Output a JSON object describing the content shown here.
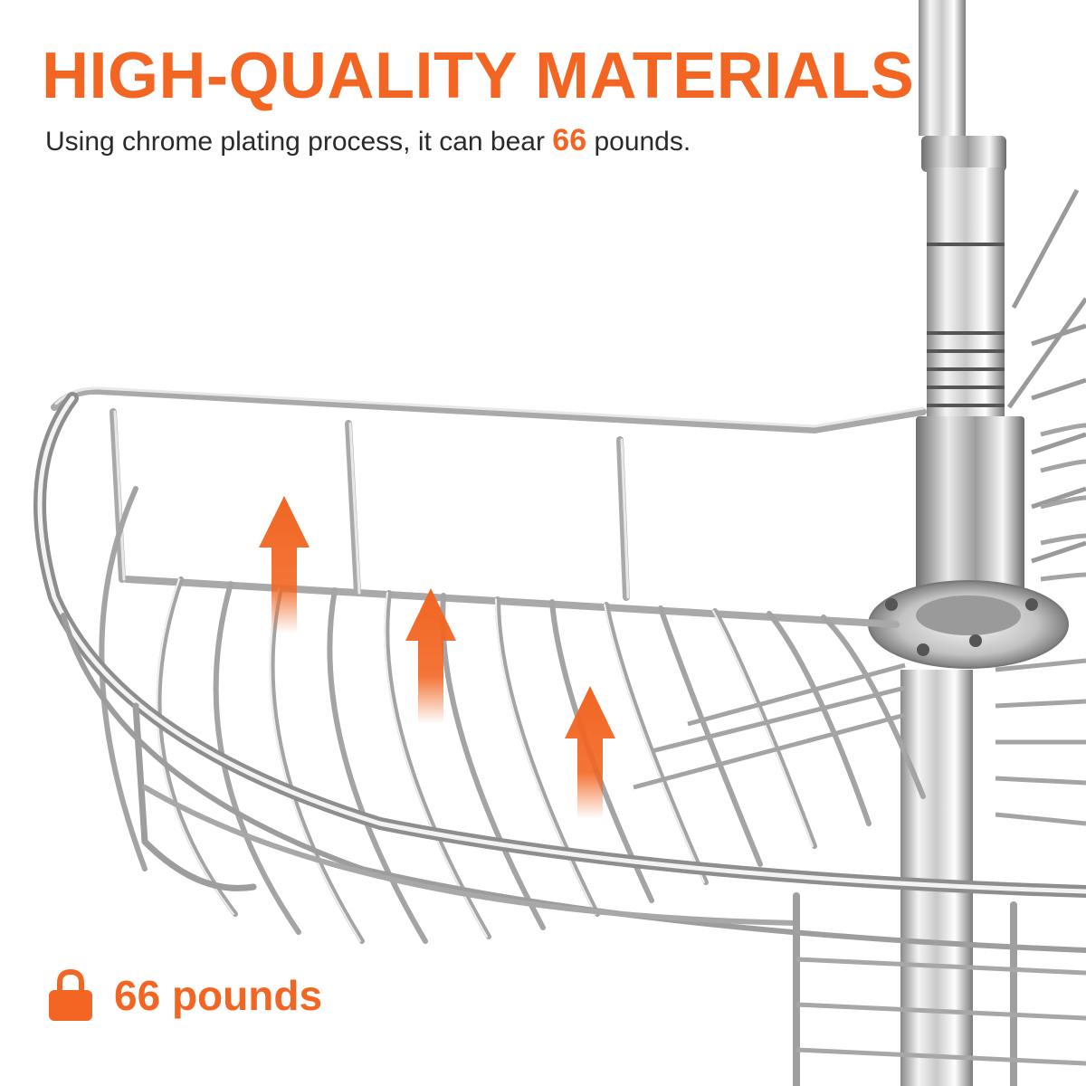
{
  "colors": {
    "accent": "#F26522",
    "text_dark": "#2a2a2a",
    "chrome_light": "#f2f2f2",
    "chrome_mid": "#b9b9b9",
    "chrome_dark": "#6e6e6e"
  },
  "header": {
    "title": "HIGH-QUALITY MATERIALS",
    "subtitle_before": "Using chrome plating process, it can bear ",
    "subtitle_number": "66",
    "subtitle_after": " pounds."
  },
  "badge": {
    "icon": "padlock-icon",
    "label": "66 pounds"
  },
  "product": {
    "icon": "chrome-shelf-basket",
    "arrow_icon": "up-arrow-icon",
    "arrow_count": 3
  }
}
